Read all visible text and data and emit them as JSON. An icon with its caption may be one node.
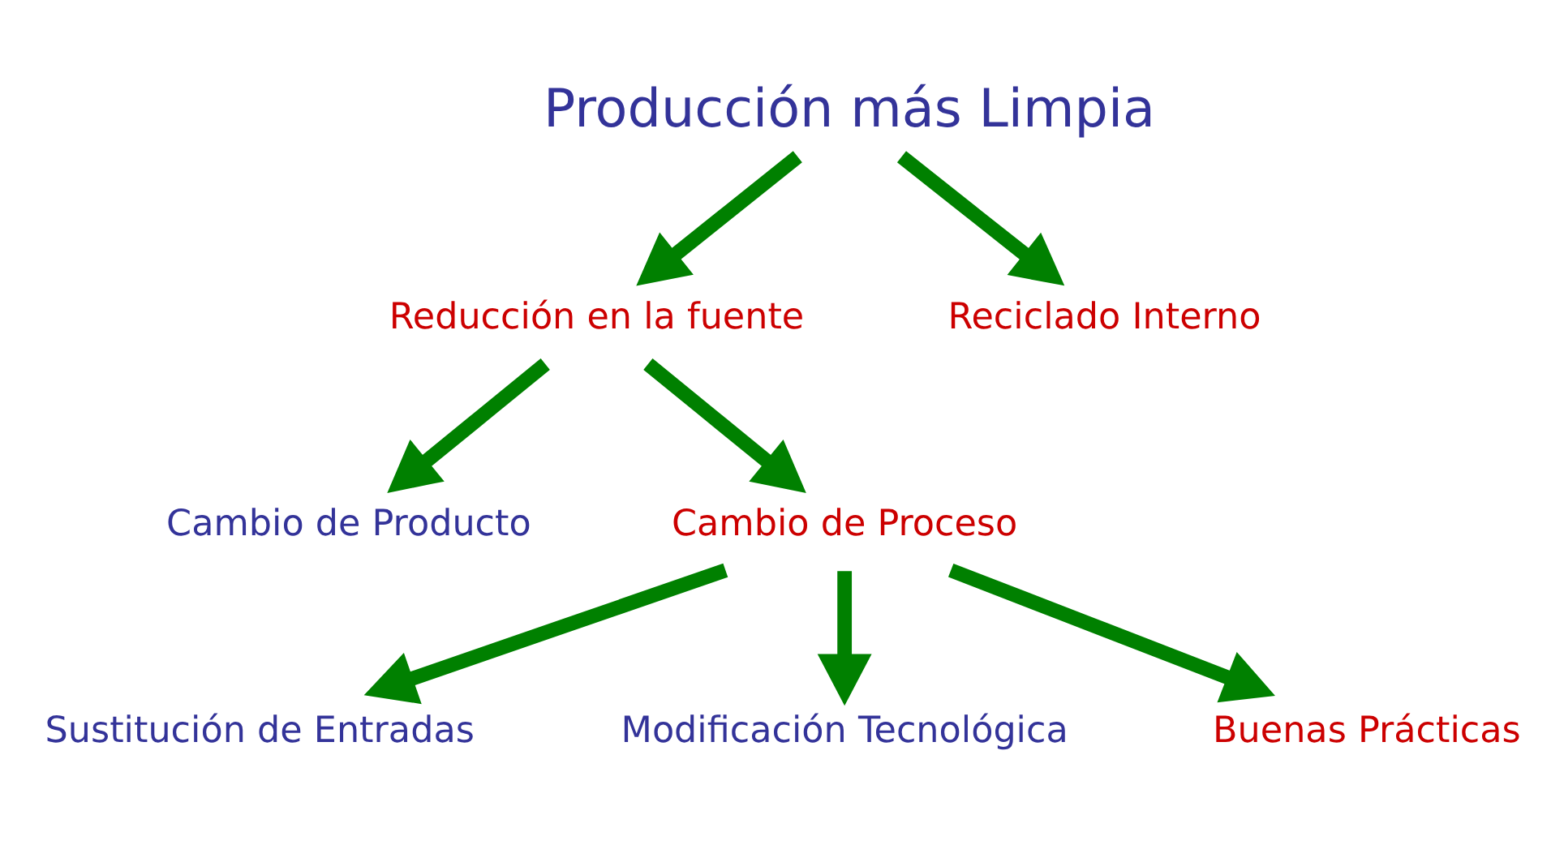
{
  "diagram": {
    "nodes": [
      {
        "text": [
          "Producción más Limpia"
        ]
      },
      {
        "text": [
          "Reducción en la fuente"
        ]
      },
      {
        "text": [
          "Reciclado Interno"
        ]
      },
      {
        "text": [
          "Cambio de Producto"
        ]
      },
      {
        "text": [
          "Cambio de Proceso"
        ]
      },
      {
        "text": [
          "Sustitución de Entradas"
        ]
      },
      {
        "text": [
          "Modificación Tecnológica"
        ]
      },
      {
        "text": [
          "Buenas Prácticas"
        ]
      }
    ],
    "edges": [
      {
        "from": 0,
        "to": 1,
        "arrow": "to"
      },
      {
        "from": 0,
        "to": 2,
        "arrow": "to"
      },
      {
        "from": 1,
        "to": 3,
        "arrow": "to"
      },
      {
        "from": 1,
        "to": 4,
        "arrow": "to"
      },
      {
        "from": 4,
        "to": 5,
        "arrow": "to"
      },
      {
        "from": 4,
        "to": 6,
        "arrow": "to"
      },
      {
        "from": 4,
        "to": 7,
        "arrow": "to"
      }
    ]
  }
}
